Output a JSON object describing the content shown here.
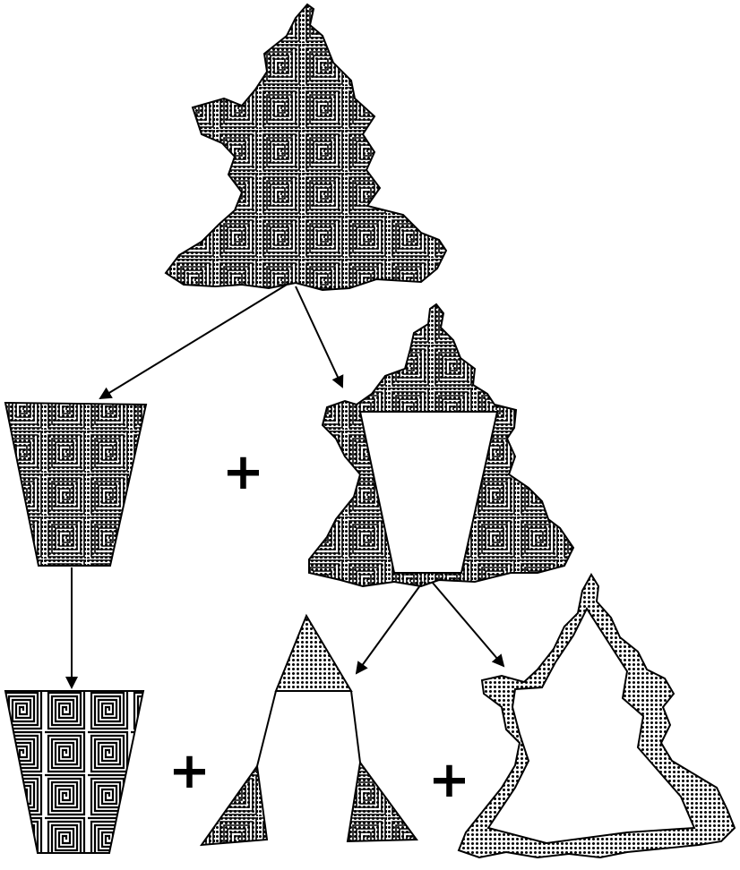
{
  "diagram": {
    "title": "",
    "operators": {
      "plus": "+"
    },
    "colors": {
      "ink": "#000000",
      "paper": "#ffffff"
    },
    "textures": [
      "spiral-maze",
      "dot-screen"
    ],
    "nodes": [
      {
        "id": "whole",
        "label": ""
      },
      {
        "id": "trapezoid-part",
        "label": ""
      },
      {
        "id": "frame-remainder",
        "label": ""
      },
      {
        "id": "trapezoid-final",
        "label": ""
      },
      {
        "id": "corner-triangles",
        "label": ""
      },
      {
        "id": "outline-ring",
        "label": ""
      }
    ],
    "edges": [
      {
        "from": "whole",
        "to": "trapezoid-part"
      },
      {
        "from": "whole",
        "to": "frame-remainder"
      },
      {
        "from": "trapezoid-part",
        "to": "trapezoid-final"
      },
      {
        "from": "frame-remainder",
        "to": "corner-triangles"
      },
      {
        "from": "frame-remainder",
        "to": "outline-ring"
      }
    ]
  }
}
